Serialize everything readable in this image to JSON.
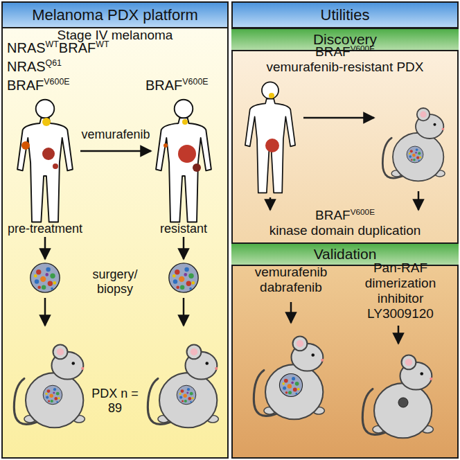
{
  "diagram": {
    "nodes": [
      {
        "text": [
          "Melanoma PDX platform"
        ]
      },
      {
        "text": [
          "Utilities"
        ]
      },
      {
        "text": [
          "Discovery"
        ],
        "in": 1
      },
      {
        "text": [
          "Validation"
        ],
        "in": 1
      }
    ],
    "edges": [],
    "labels": [
      "Stage IV melanoma",
      "NRAS",
      "WT",
      "BRAF",
      "WT",
      "NRAS",
      "Q61",
      "BRAF",
      "V600E",
      "vemurafenib",
      "BRAF",
      "V600E",
      "pre-treatment",
      "resistant",
      "surgery/ biopsy",
      "PDX n = 89",
      "BRAF",
      "V600E",
      "vemurafenib-resistant PDX",
      "BRAF",
      "V600E",
      "kinase domain duplication",
      "vemurafenib dabrafenib",
      "Pan-RAF dimerization inhibitor LY3009120"
    ]
  }
}
